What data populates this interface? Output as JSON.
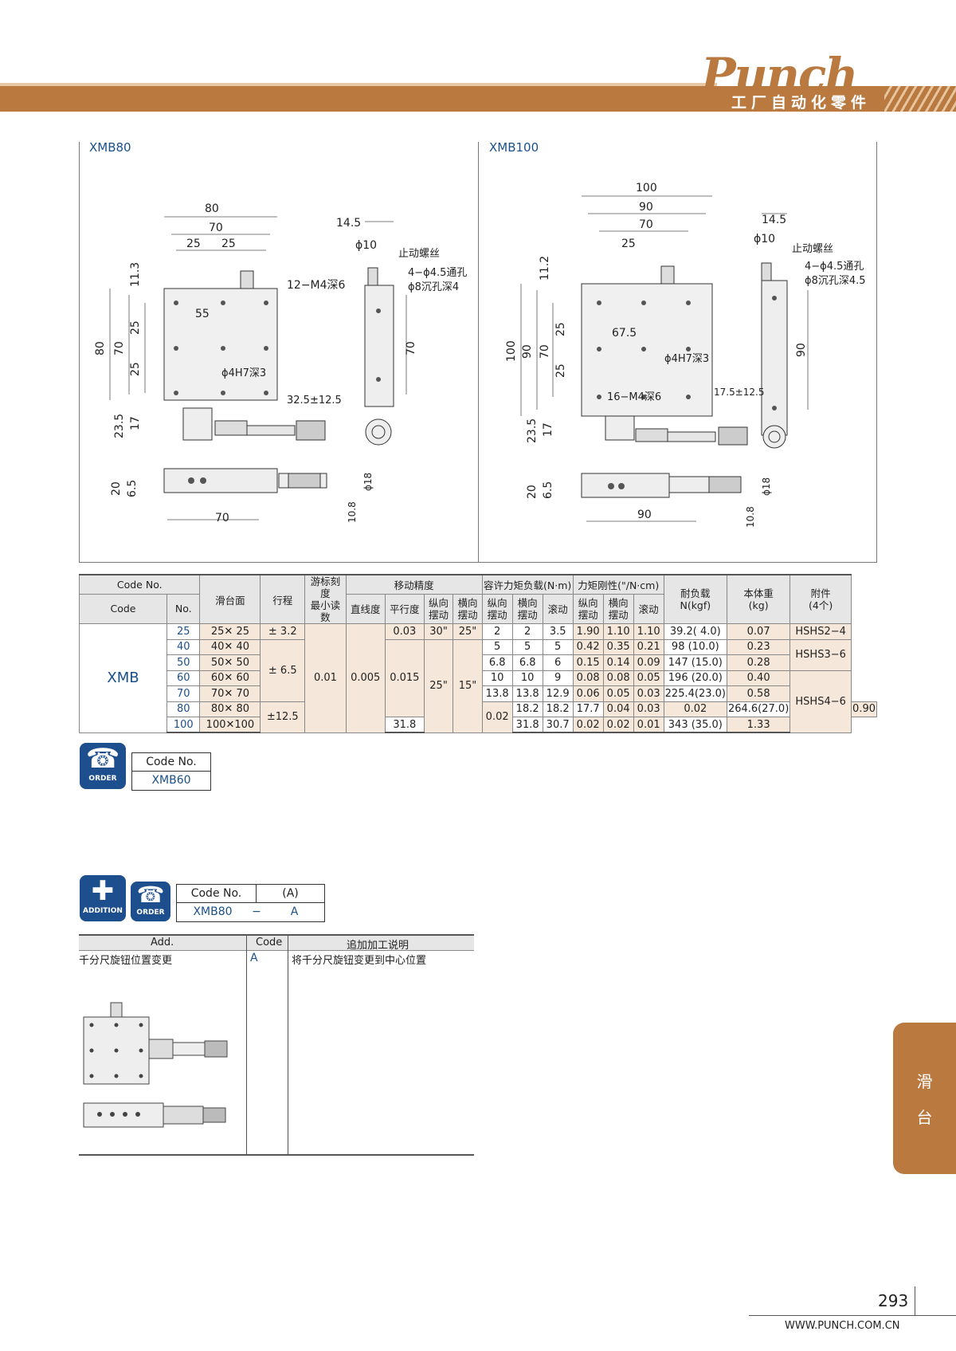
{
  "header": {
    "logo": "Punch",
    "subtitle": "工厂自动化零件"
  },
  "drawings": {
    "left_title": "XMB80",
    "right_title": "XMB100",
    "left_dims": {
      "w80": "80",
      "w70": "70",
      "w25a": "25",
      "w25b": "25",
      "h113": "11.3",
      "h80": "80",
      "h70": "70",
      "h25a": "25",
      "h25b": "25",
      "w55": "55",
      "tap": "12−M4深6",
      "hole": "ϕ4H7深3",
      "stroke": "32.5±12.5",
      "h235": "23.5",
      "h17": "17",
      "s145": "14.5",
      "s10": "ϕ10",
      "stop": "止动螺丝",
      "thru": "4−ϕ4.5通孔",
      "cb": "ϕ8沉孔深4",
      "sv70": "70",
      "b20": "20",
      "b65": "6.5",
      "b70": "70",
      "b18": "ϕ18",
      "b108": "10.8"
    },
    "right_dims": {
      "w100": "100",
      "w90": "90",
      "w70": "70",
      "w25": "25",
      "h112": "11.2",
      "h100": "100",
      "h90": "90",
      "h70": "70",
      "h25a": "25",
      "h25b": "25",
      "w675": "67.5",
      "hole": "ϕ4H7深3",
      "tap": "16−M4深6",
      "stroke": "17.5±12.5",
      "h235": "23.5",
      "h17": "17",
      "s145": "14.5",
      "s10": "ϕ10",
      "stop": "止动螺丝",
      "thru": "4−ϕ4.5通孔",
      "cb": "ϕ8沉孔深4.5",
      "sv90": "90",
      "b20": "20",
      "b65": "6.5",
      "b90": "90",
      "b18": "ϕ18",
      "b108": "10.8"
    }
  },
  "spec_table": {
    "h_codeno": "Code No.",
    "h_code": "Code",
    "h_no": "No.",
    "h_surface": "滑台面",
    "h_stroke": "行程",
    "h_vernier": "游标刻度\n最小读数",
    "h_accuracy": "移动精度",
    "h_straight": "直线度",
    "h_parallel": "平行度",
    "h_pitch": "纵向\n摆动",
    "h_yaw": "横向\n摆动",
    "h_moment": "容许力矩负载(N·m)",
    "h_m_pitch": "纵向\n摆动",
    "h_m_yaw": "横向\n摆动",
    "h_m_roll": "滚动",
    "h_rigidity": "力矩刚性(\"/N·cm)",
    "h_r_pitch": "纵向\n摆动",
    "h_r_yaw": "横向\n摆动",
    "h_r_roll": "滚动",
    "h_load": "耐负载\nN(kgf)",
    "h_weight": "本体重\n(kg)",
    "h_acc": "附件\n(4个)",
    "code": "XMB",
    "rows": [
      [
        "25",
        "25✕ 25",
        "1.90",
        "1.10",
        "1.10",
        "2",
        "2",
        "3.5",
        "39.2(  4.0)",
        "0.07"
      ],
      [
        "40",
        "40✕ 40",
        "0.42",
        "0.35",
        "0.21",
        "5",
        "5",
        "5",
        "98   (10.0)",
        "0.23"
      ],
      [
        "50",
        "50✕ 50",
        "0.15",
        "0.14",
        "0.09",
        "6.8",
        "6.8",
        "6",
        "147   (15.0)",
        "0.28"
      ],
      [
        "60",
        "60✕ 60",
        "0.08",
        "0.08",
        "0.05",
        "10",
        "10",
        "9",
        "196   (20.0)",
        "0.40"
      ],
      [
        "70",
        "70✕ 70",
        "0.06",
        "0.05",
        "0.03",
        "13.8",
        "13.8",
        "12.9",
        "225.4(23.0)",
        "0.58"
      ],
      [
        "80",
        "80✕ 80",
        "0.04",
        "0.03",
        "0.02",
        "18.2",
        "18.2",
        "17.7",
        "264.6(27.0)",
        "0.90"
      ],
      [
        "100",
        "100✕100",
        "0.02",
        "0.02",
        "0.01",
        "31.8",
        "31.8",
        "30.7",
        "343   (35.0)",
        "1.33"
      ]
    ],
    "stroke_1": "± 3.2",
    "stroke_2": "± 6.5",
    "stroke_3": "±12.5",
    "vernier": "0.01",
    "straight": "0.005",
    "par_1": "0.03",
    "par_2": "0.015",
    "par_3": "0.02",
    "pitch_1": "30\"",
    "pitch_2": "25\"",
    "yaw_1": "25\"",
    "yaw_2": "15\"",
    "acc_1": "HSHS2−4",
    "acc_2": "HSHS3−6",
    "acc_3": "HSHS4−6"
  },
  "order1": {
    "badge": "ORDER",
    "label": "Code No.",
    "value": "XMB60"
  },
  "order2": {
    "badge_add": "ADDITION",
    "badge_order": "ORDER",
    "h1": "Code No.",
    "h2": "(A)",
    "v1": "XMB80",
    "v2": "−",
    "v3": "A"
  },
  "add_table": {
    "h_add": "Add.",
    "h_code": "Code",
    "h_desc": "追加加工说明",
    "add": "千分尺旋钮位置变更",
    "code": "A",
    "desc": "将千分尺旋钮变更到中心位置"
  },
  "side_tab": {
    "l1": "滑",
    "l2": "台"
  },
  "footer": {
    "page": "293",
    "url": "WWW.PUNCH.COM.CN"
  }
}
